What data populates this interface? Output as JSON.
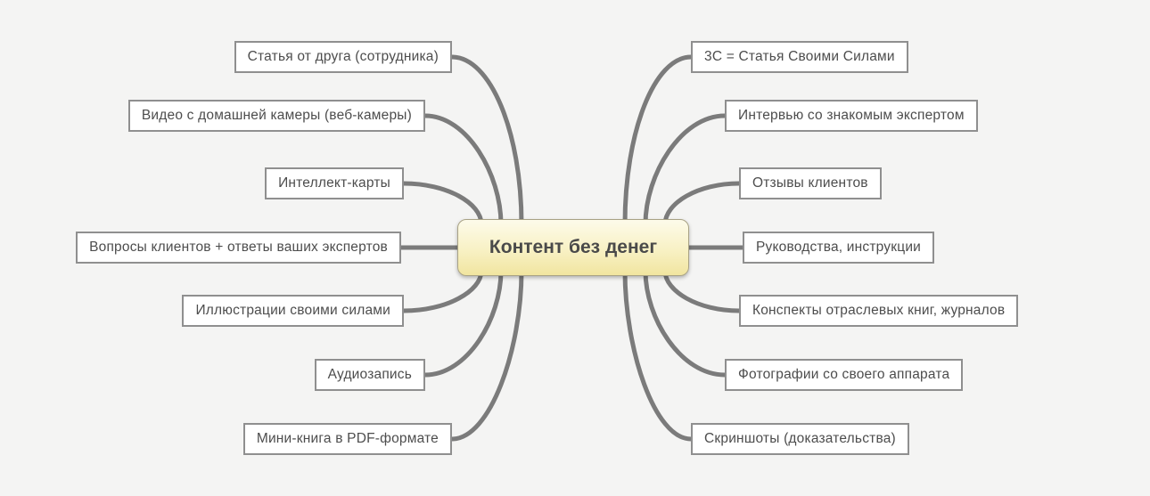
{
  "canvas": {
    "background_color": "#f4f4f3",
    "connector_color": "#7b7b7b"
  },
  "central": {
    "label": "Контент без денег",
    "fill_top": "#fdfbea",
    "fill_bottom": "#f1e5a0",
    "border_color": "#a8a285",
    "text_color": "#4a4a4a"
  },
  "branches": {
    "left": [
      {
        "label": "Статья от друга (сотрудника)"
      },
      {
        "label": "Видео с домашней камеры (веб-камеры)"
      },
      {
        "label": "Интеллект-карты"
      },
      {
        "label": "Вопросы клиентов + ответы ваших экспертов"
      },
      {
        "label": "Иллюстрации своими силами"
      },
      {
        "label": "Аудиозапись"
      },
      {
        "label": "Мини-книга в PDF-формате"
      }
    ],
    "right": [
      {
        "label": "3С = Статья Своими Силами"
      },
      {
        "label": "Интервью со знакомым экспертом"
      },
      {
        "label": "Отзывы клиентов"
      },
      {
        "label": "Руководства, инструкции"
      },
      {
        "label": "Конспекты отраслевых книг, журналов"
      },
      {
        "label": "Фотографии со своего аппарата"
      },
      {
        "label": "Скриншоты (доказательства)"
      }
    ]
  }
}
